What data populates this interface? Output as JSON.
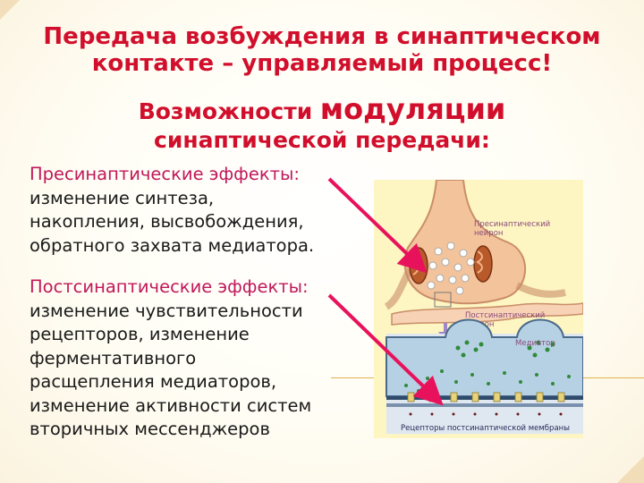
{
  "title": {
    "line1": "Передача возбуждения в синаптическом",
    "line2": "контакте – управляемый процесс!"
  },
  "subtitle": {
    "part1": "Возможности ",
    "part2": "модуляции",
    "line2": "синаптической передачи:"
  },
  "presynaptic": {
    "heading": "Пресинаптические эффекты:",
    "lines": [
      "изменение синтеза,",
      "накопления, высвобождения,",
      "обратного захвата медиатора."
    ]
  },
  "postsynaptic": {
    "heading": "Постсинаптические эффекты:",
    "lines": [
      "изменение чувствительности",
      "рецепторов, изменение",
      "ферментативного",
      "расщепления медиаторов,",
      "изменение активности систем",
      "вторичных мессенджеров"
    ]
  },
  "illustration": {
    "label_presynaptic_1": "Пресинаптический",
    "label_presynaptic_2": "нейрон",
    "label_postsynaptic_1": "Постсинаптический",
    "label_postsynaptic_2": "нейрон",
    "label_mediator": "Медиатор",
    "label_receptors": "Рецепторы постсинаптической мембраны"
  },
  "colors": {
    "title": "#d10f2c",
    "arrow": "#e8125c",
    "illustration_bg": "#fdf5c2"
  }
}
